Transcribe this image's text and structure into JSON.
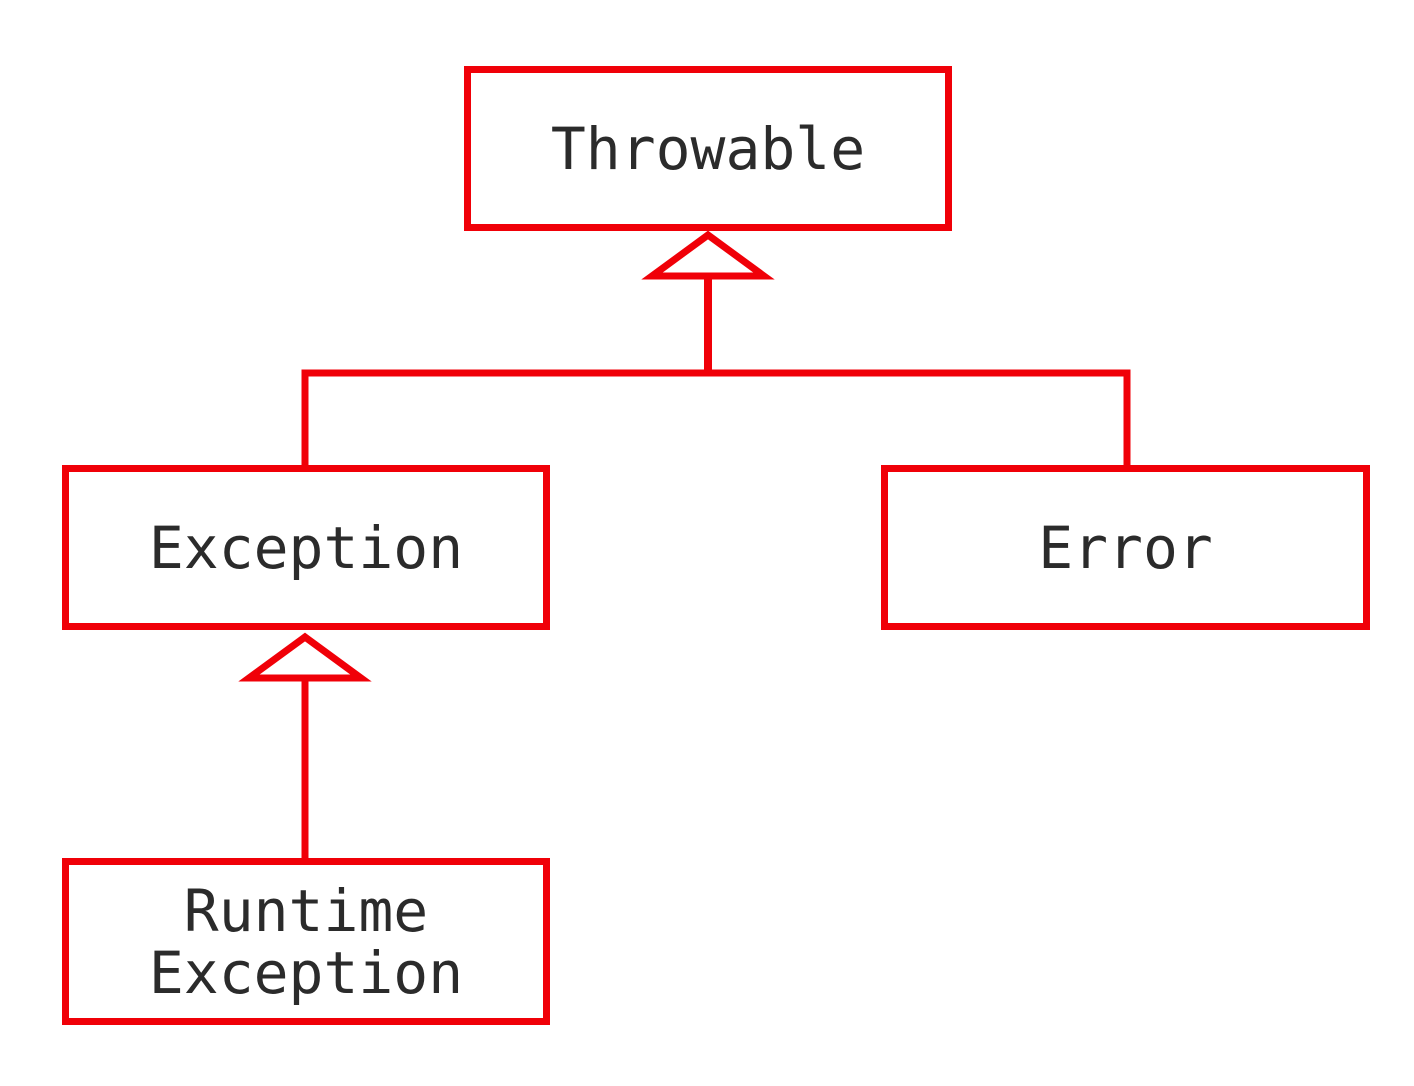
{
  "diagram": {
    "line_color": "#f00008",
    "text_color": "#2b2b2b",
    "nodes": {
      "throwable": "Throwable",
      "exception": "Exception",
      "error": "Error",
      "runtime_exception": [
        "Runtime",
        "Exception"
      ]
    },
    "edges": [
      {
        "from": "exception",
        "to": "throwable",
        "kind": "inheritance"
      },
      {
        "from": "error",
        "to": "throwable",
        "kind": "inheritance"
      },
      {
        "from": "runtime_exception",
        "to": "exception",
        "kind": "inheritance"
      }
    ]
  }
}
